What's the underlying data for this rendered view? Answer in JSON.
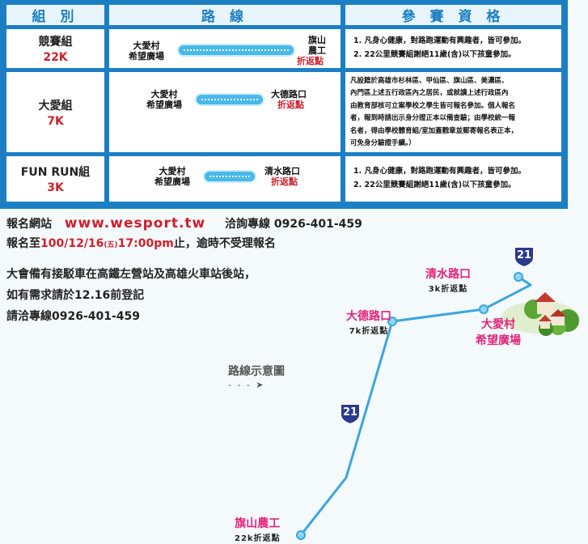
{
  "table": {
    "headers": [
      "組 別",
      "路 線",
      "參 賽 資 格"
    ],
    "rows": [
      {
        "group": "競賽組",
        "distance": "22K",
        "route_start": "大愛村\n希望廣場",
        "route_end": "旗山\n農工",
        "route_turn": "折返點",
        "requirements": [
          "1. 凡身心健康，對路跑運動有興趣者，皆可參加。",
          "2. 22公里競賽組謝絕11歲(含)以下孩童參加。"
        ]
      },
      {
        "group": "大愛組",
        "distance": "7K",
        "route_start": "大愛村\n希望廣場",
        "route_end": "大德路口",
        "route_turn": "折返點",
        "requirements": [
          "凡設籍於高雄市杉林區、甲仙區、旗山區、美濃區、",
          "內門區上述五行政區內之居民，或就讀上述行政區內",
          "由教育部核可立案學校之學生皆可報名參加。個人報名",
          "者，報到時請出示身分證正本以備查驗；由學校統一報",
          "名者，得由學校體育組/室加蓋戳章並郵寄報名表正本，",
          "可免身分驗證手續。）"
        ]
      },
      {
        "group": "FUN RUN組",
        "distance": "3K",
        "route_start": "大愛村\n希望廣場",
        "route_end": "清水路口",
        "route_turn": "折返點",
        "requirements": [
          "1. 凡身心健康，對路跑運動有興趣者，皆可參加。",
          "2. 22公里競賽組謝絕11歲(含)以下孩童參加。"
        ]
      }
    ]
  },
  "registration": {
    "site_label": "報名網站",
    "site_url": "www.wesport.tw",
    "hotline_label": "洽詢專線",
    "hotline_number": "0926-401-459",
    "deadline_prefix": "報名至",
    "deadline_date": "100/12/16",
    "deadline_weekday": "(五)",
    "deadline_time": "17:00pm",
    "deadline_suffix": "止，逾時不受理報名"
  },
  "shuttle": {
    "line1": "大會備有接駁車在高鐵左營站及高雄火車站後站，",
    "line2": "如有需求請於12.16前登記",
    "line3": "請洽專線0926-401-459"
  },
  "map": {
    "title": "路線示意圖",
    "arrow": "- - - ➤",
    "highway_number": "21",
    "points": [
      {
        "name": "清水路口",
        "note": "3k折返點"
      },
      {
        "name": "大德路口",
        "note": "7k折返點"
      },
      {
        "name": "大愛村",
        "name2": "希望廣場"
      },
      {
        "name": "旗山農工",
        "note": "22k折返點"
      }
    ]
  },
  "colors": {
    "panel_blue": "#1c7fc4",
    "red": "#d0202a",
    "magenta": "#e0257a",
    "route": "#3aa6e0"
  }
}
